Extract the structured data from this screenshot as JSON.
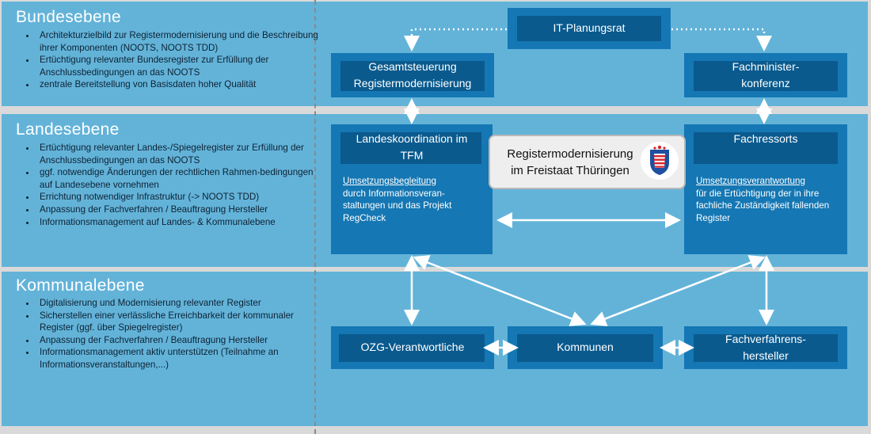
{
  "levels": {
    "bund": {
      "title": "Bundesebene",
      "bullets": [
        "Architekturzielbild zur Registermodernisierung und die Beschreibung ihrer Komponenten (NOOTS, NOOTS TDD)",
        "Ertüchtigung relevanter Bundesregister zur Erfüllung der Anschlussbedingungen an das NOOTS",
        "zentrale Bereitstellung  von Basisdaten hoher Qualität"
      ]
    },
    "land": {
      "title": "Landesebene",
      "bullets": [
        "Ertüchtigung relevanter Landes-/Spiegelregister zur Erfüllung der Anschlussbedingungen an das NOOTS",
        "ggf. notwendige Änderungen der rechtlichen Rahmen-bedingungen auf Landesebene vornehmen",
        "Errichtung notwendiger Infrastruktur (-> NOOTS TDD)",
        "Anpassung der Fachverfahren / Beauftragung Hersteller",
        "Informationsmanagement auf Landes- & Kommunalebene"
      ]
    },
    "komm": {
      "title": "Kommunalebene",
      "bullets": [
        "Digitalisierung und Modernisierung relevanter Register",
        "Sicherstellen einer verlässliche Erreichbarkeit der kommunaler Register (ggf. über Spiegelregister)",
        "Anpassung der Fachverfahren / Beauftragung Hersteller",
        "Informationsmanagement aktiv unterstützen (Teilnahme an Informationsveranstaltungen,...)"
      ]
    }
  },
  "boxes": {
    "it_planungsrat": "IT-Planungsrat",
    "gesamtsteuerung": "Gesamtsteuerung\nRegistermodernisierung",
    "fachminister": "Fachminister-\nkonferenz",
    "landeskoordination": "Landeskoordination im\nTFM",
    "fachressorts": "Fachressorts",
    "ozg": "OZG-Verantwortliche",
    "kommunen": "Kommunen",
    "fachverfahren": "Fachverfahrens-\nhersteller"
  },
  "landeskoordination_text": {
    "head": "Umsetzungsbegleitung",
    "rest": "durch Informationsveran-staltungen und das Projekt RegCheck"
  },
  "fachressorts_text": {
    "head": "Umsetzungsverantwortung",
    "rest": "für die Ertüchtigung der in ihre fachliche Zuständigkeit fallenden Register"
  },
  "center": {
    "title": "Registermodernisierung\nim Freistaat Thüringen",
    "emblem": "thuringia-coat-of-arms-icon"
  },
  "colors": {
    "band": "#63b3d9",
    "box_outer": "#1577b3",
    "box_inner": "#0a5a8e",
    "separator": "#d9d9d9"
  }
}
